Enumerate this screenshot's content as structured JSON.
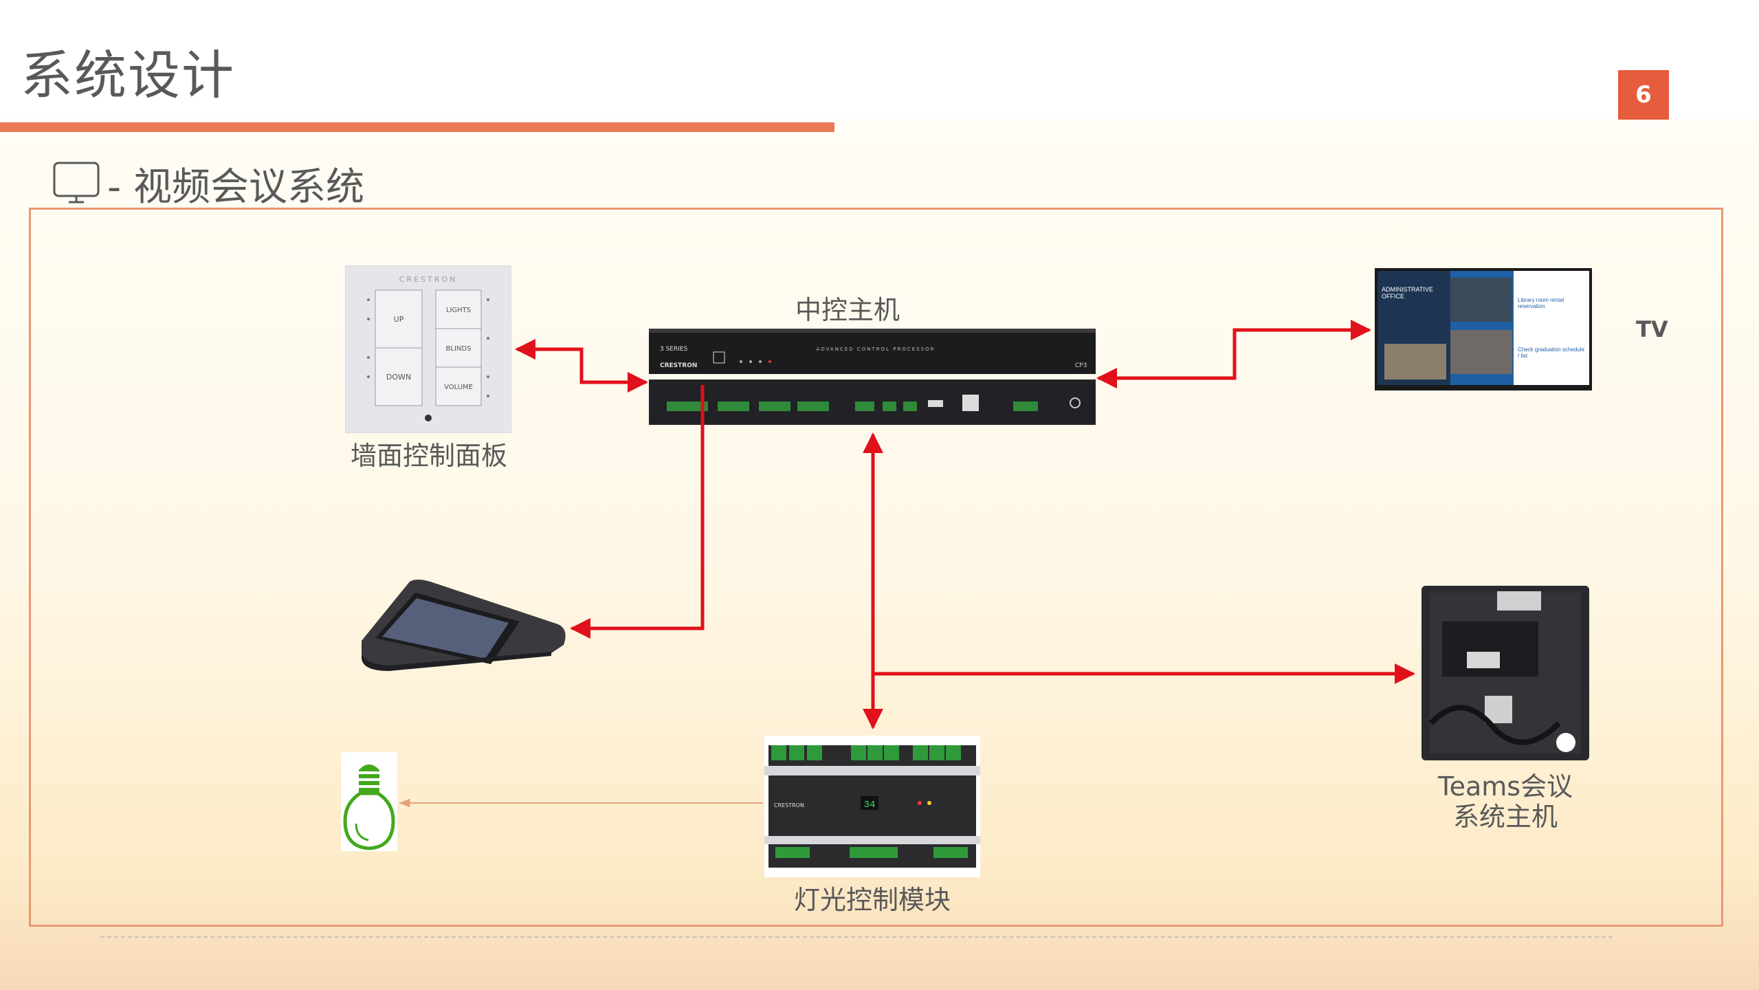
{
  "slide": {
    "title": "系统设计",
    "page_number": "6",
    "section_title": "- 视频会议系统"
  },
  "colors": {
    "accent": "#e97a55",
    "page_badge": "#e65c3c",
    "frame": "#e89872",
    "connector": "#e0111b",
    "light_line": "#e5a27c"
  },
  "diagram": {
    "nodes": {
      "wall_panel": {
        "label": "墙面控制面板",
        "brand": "CRESTRON",
        "buttons": [
          "UP",
          "DOWN",
          "LIGHTS",
          "BLINDS",
          "VOLUME"
        ]
      },
      "controller": {
        "label": "中控主机",
        "front_text": "ADVANCED CONTROL PROCESSOR",
        "model": "CP3",
        "brand": "CRESTRON",
        "series": "3 SERIES"
      },
      "tv": {
        "label": "TV",
        "screen_heading": "ADMINISTRATIVE OFFICE",
        "screen_item_1": "Library room rental reservation",
        "screen_item_2": "Check graduation schedule / list"
      },
      "touch_panel": {
        "icon": "tabletop-touch-panel-icon"
      },
      "teams": {
        "label_line1": "Teams会议",
        "label_line2": "系统主机"
      },
      "lighting_module": {
        "label": "灯光控制模块",
        "brand": "CRESTRON",
        "display_value": "34"
      },
      "bulb": {
        "icon": "light-bulb-icon"
      }
    },
    "edges": [
      {
        "from": "controller",
        "to": "wall_panel",
        "type": "bidirectional"
      },
      {
        "from": "controller",
        "to": "tv",
        "type": "bidirectional"
      },
      {
        "from": "controller",
        "to": "touch_panel",
        "type": "directed"
      },
      {
        "from": "controller",
        "to": "lighting_module",
        "type": "bidirectional"
      },
      {
        "from": "controller",
        "to": "teams",
        "type": "directed"
      },
      {
        "from": "lighting_module",
        "to": "bulb",
        "type": "directed"
      }
    ]
  }
}
